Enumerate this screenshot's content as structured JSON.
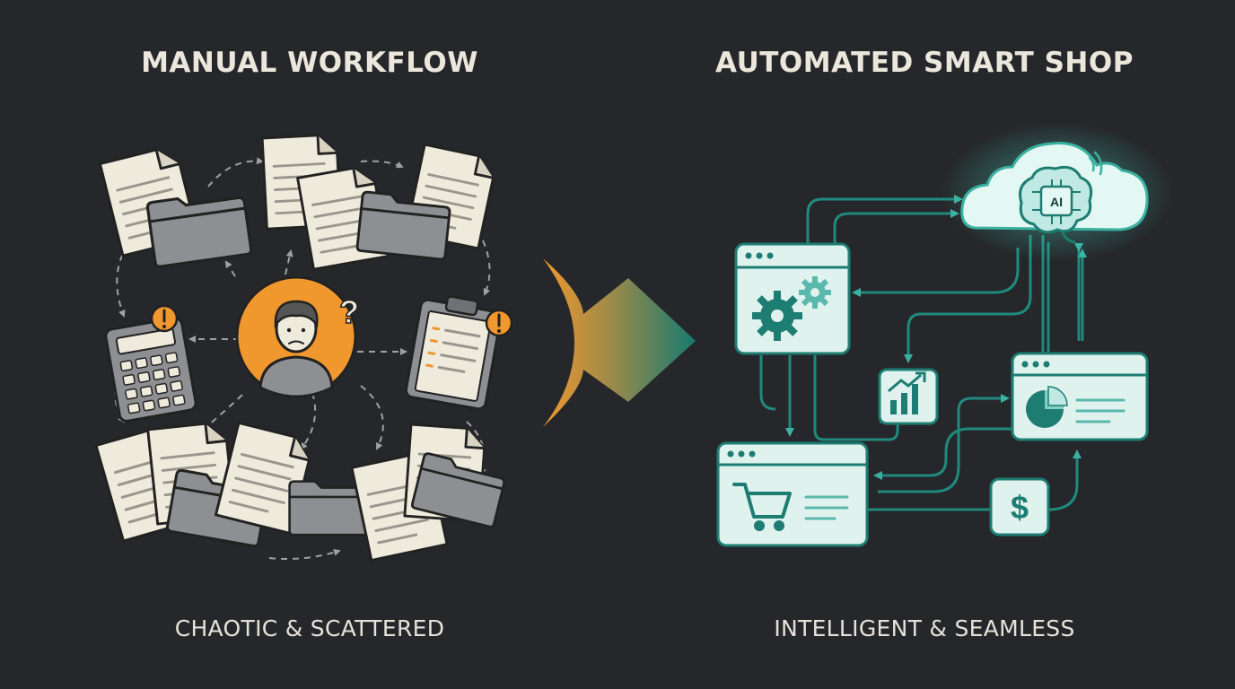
{
  "left": {
    "heading": "MANUAL WORKFLOW",
    "caption": "CHAOTIC & SCATTERED"
  },
  "right": {
    "heading": "AUTOMATED SMART SHOP",
    "caption": "INTELLIGENT & SEAMLESS",
    "cloud_label": "AI",
    "payment_symbol": "$"
  },
  "colors": {
    "background": "#25272a",
    "accent_orange": "#f0972e",
    "accent_teal": "#1e7d73",
    "panel_fill": "#dff2ee",
    "paper": "#eeeadc",
    "folder": "#8d8f93"
  },
  "icons": {
    "manual": [
      "document-icon",
      "folder-icon",
      "calculator-icon",
      "clipboard-icon",
      "confused-person-icon",
      "alert-icon",
      "question-mark-icon"
    ],
    "automated": [
      "cloud-ai-brain-icon",
      "gears-icon",
      "chart-icon",
      "pie-chart-icon",
      "shopping-cart-icon",
      "dollar-icon"
    ]
  }
}
